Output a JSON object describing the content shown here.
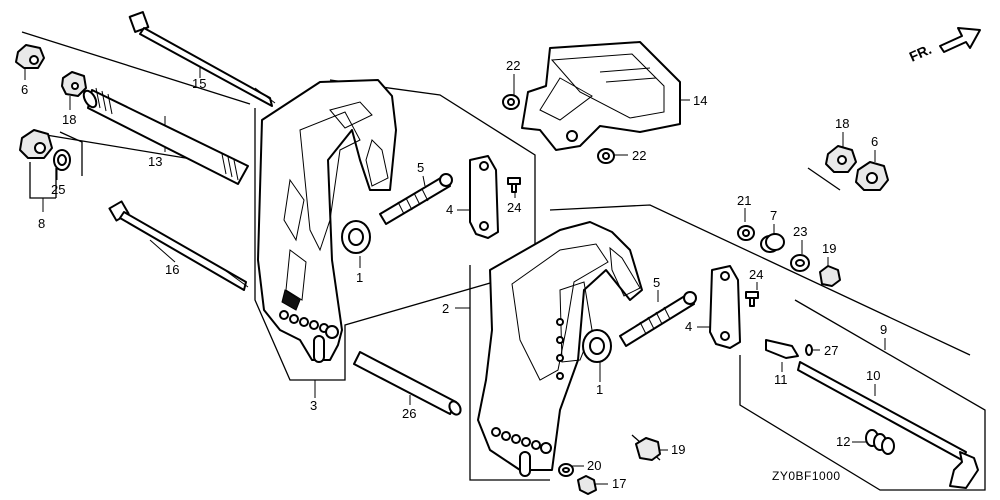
{
  "diagram": {
    "diagram_code": "ZY0BF1000",
    "direction_label": "FR.",
    "callouts": {
      "c6a": "6",
      "c18a": "18",
      "c15": "15",
      "c13": "13",
      "c8": "8",
      "c25": "25",
      "c16": "16",
      "c3": "3",
      "c26": "26",
      "c22a": "22",
      "c14": "14",
      "c22b": "22",
      "c5a": "5",
      "c4a": "4",
      "c24a": "24",
      "c1a": "1",
      "c2": "2",
      "c18b": "18",
      "c6b": "6",
      "c21": "21",
      "c7": "7",
      "c23": "23",
      "c19a": "19",
      "c24b": "24",
      "c5b": "5",
      "c4b": "4",
      "c9": "9",
      "c27": "27",
      "c11": "11",
      "c10": "10",
      "c1b": "1",
      "c12": "12",
      "c19b": "19",
      "c20": "20",
      "c17": "17"
    }
  }
}
